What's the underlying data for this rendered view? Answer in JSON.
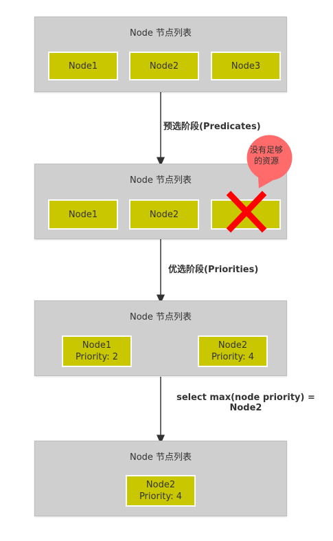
{
  "panels": [
    {
      "title": "Node 节点列表",
      "nodes": [
        {
          "name": "Node1"
        },
        {
          "name": "Node2"
        },
        {
          "name": "Node3"
        }
      ]
    },
    {
      "title": "Node 节点列表",
      "nodes": [
        {
          "name": "Node1"
        },
        {
          "name": "Node2"
        },
        {
          "name": "",
          "rejected": true
        }
      ]
    },
    {
      "title": "Node 节点列表",
      "nodes": [
        {
          "name": "Node1",
          "priority": "Priority: 2"
        },
        {
          "name": "Node2",
          "priority": "Priority: 4"
        }
      ]
    },
    {
      "title": "Node 节点列表",
      "nodes": [
        {
          "name": "Node2",
          "priority": "Priority: 4"
        }
      ]
    }
  ],
  "stages": [
    {
      "label": "预选阶段(Predicates)"
    },
    {
      "label": "优选阶段(Priorities)"
    },
    {
      "label_line1": "select max(node priority) =",
      "label_line2": "Node2"
    }
  ],
  "callout": {
    "line1": "没有足够",
    "line2": "的资源",
    "color": "#ff6b6b"
  },
  "colors": {
    "panel": "#cfcfcf",
    "node": "#c9c700",
    "reject_mark": "#ff0000"
  }
}
